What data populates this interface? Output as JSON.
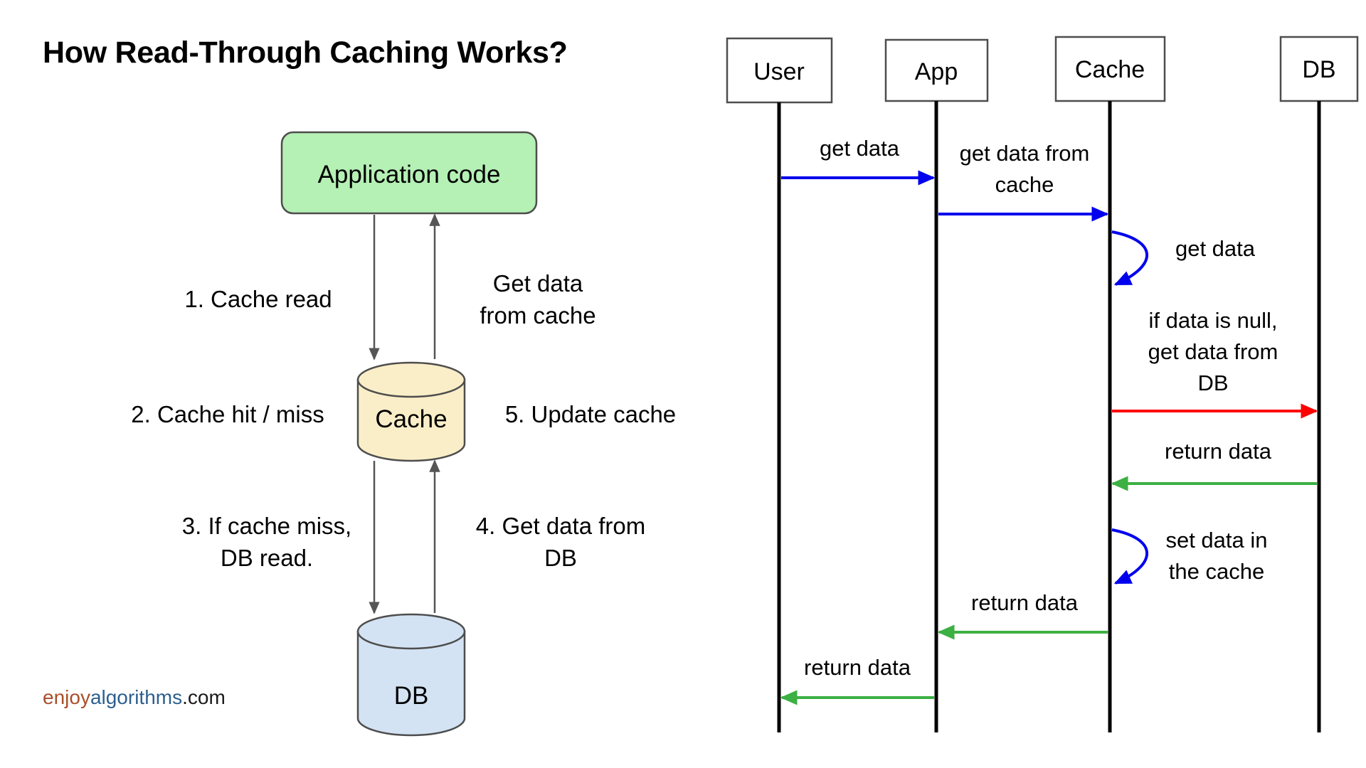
{
  "page": {
    "title": "How Read-Through Caching Works?",
    "background": "#ffffff"
  },
  "brand": {
    "part1": "enjoy",
    "part2": "algorithms",
    "part3": ".com",
    "color1": "#a8502a",
    "color2": "#2d5f8f",
    "color3": "#1a1a1a"
  },
  "colors": {
    "green_fill": "#b5f0b5",
    "cream_fill": "#faeec8",
    "blue_fill": "#d3e3f3",
    "node_stroke": "#4d4d4d",
    "arrow_gray": "#555555",
    "msg_blue": "#0000ee",
    "msg_red": "#ff0000",
    "msg_green": "#3cb043",
    "lifeline": "#000000",
    "actor_box_stroke": "#4d4d4d"
  },
  "flow_diagram": {
    "nodes": [
      {
        "id": "app",
        "label": "Application code",
        "shape": "rounded-rect",
        "fill": "#b5f0b5"
      },
      {
        "id": "cache",
        "label": "Cache",
        "shape": "cylinder",
        "fill": "#faeec8"
      },
      {
        "id": "db",
        "label": "DB",
        "shape": "cylinder",
        "fill": "#d3e3f3"
      }
    ],
    "edge_labels": [
      {
        "id": "step1",
        "lines": [
          "1. Cache read"
        ],
        "side": "left"
      },
      {
        "id": "step5a",
        "lines": [
          "Get data",
          "from cache"
        ],
        "side": "right"
      },
      {
        "id": "step2",
        "lines": [
          "2. Cache hit / miss"
        ],
        "side": "left"
      },
      {
        "id": "step5",
        "lines": [
          "5. Update cache"
        ],
        "side": "right"
      },
      {
        "id": "step3",
        "lines": [
          "3. If cache miss,",
          "DB read."
        ],
        "side": "left"
      },
      {
        "id": "step4",
        "lines": [
          "4. Get data from",
          "DB"
        ],
        "side": "right"
      }
    ]
  },
  "sequence_diagram": {
    "actors": [
      {
        "id": "user",
        "label": "User"
      },
      {
        "id": "app",
        "label": "App"
      },
      {
        "id": "cache",
        "label": "Cache"
      },
      {
        "id": "db",
        "label": "DB"
      }
    ],
    "messages": [
      {
        "id": "m1",
        "from": "user",
        "to": "cache",
        "label_lines": [
          "get data"
        ],
        "color": "#0000ee",
        "kind": "call"
      },
      {
        "id": "m2",
        "from": "app",
        "to": "cache",
        "label_lines": [
          "get data from",
          "cache"
        ],
        "color": "#0000ee",
        "kind": "call"
      },
      {
        "id": "m3",
        "from": "cache",
        "to": "cache",
        "label_lines": [
          "get data"
        ],
        "color": "#0000ee",
        "kind": "self"
      },
      {
        "id": "m4",
        "from": "cache",
        "to": "db",
        "label_lines": [
          "if data is null,",
          "get data from",
          "DB"
        ],
        "color": "#ff0000",
        "kind": "call"
      },
      {
        "id": "m5",
        "from": "db",
        "to": "cache",
        "label_lines": [
          "return data"
        ],
        "color": "#3cb043",
        "kind": "return"
      },
      {
        "id": "m6",
        "from": "cache",
        "to": "cache",
        "label_lines": [
          "set data in",
          "the cache"
        ],
        "color": "#0000ee",
        "kind": "self"
      },
      {
        "id": "m7",
        "from": "cache",
        "to": "app",
        "label_lines": [
          "return data"
        ],
        "color": "#3cb043",
        "kind": "return"
      },
      {
        "id": "m8",
        "from": "app",
        "to": "user",
        "label_lines": [
          "return data"
        ],
        "color": "#3cb043",
        "kind": "return"
      }
    ]
  }
}
